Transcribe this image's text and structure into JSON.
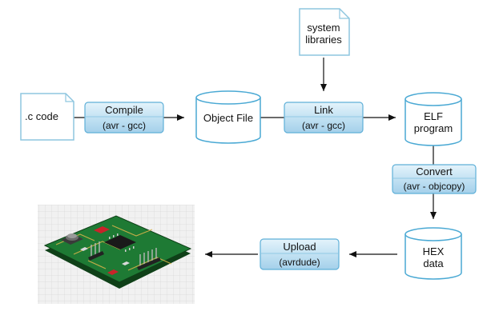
{
  "files": {
    "c_code": ".c code",
    "system_libraries": [
      "system",
      "libraries"
    ]
  },
  "stores": {
    "object_file": [
      "Object File"
    ],
    "elf_program": [
      "ELF",
      "program"
    ],
    "hex_data": [
      "HEX",
      "data"
    ]
  },
  "steps": {
    "compile": {
      "title": "Compile",
      "tool": "(avr - gcc)"
    },
    "link": {
      "title": "Link",
      "tool": "(avr - gcc)"
    },
    "convert": {
      "title": "Convert",
      "tool": "(avr - objcopy)"
    },
    "upload": {
      "title": "Upload",
      "tool": "(avrdude)"
    }
  },
  "colors": {
    "doc_outline": "#8ec6df",
    "cyl_outline": "#4aa9d4",
    "step_fill_top": "#dbeef8",
    "step_fill_bottom": "#a9d4ec",
    "step_outline": "#5fb0d8",
    "arrow": "#111111",
    "board": "#1d6b2e",
    "board_edge": "#0f4018"
  },
  "image": {
    "subject": "pcb-board-icon"
  }
}
